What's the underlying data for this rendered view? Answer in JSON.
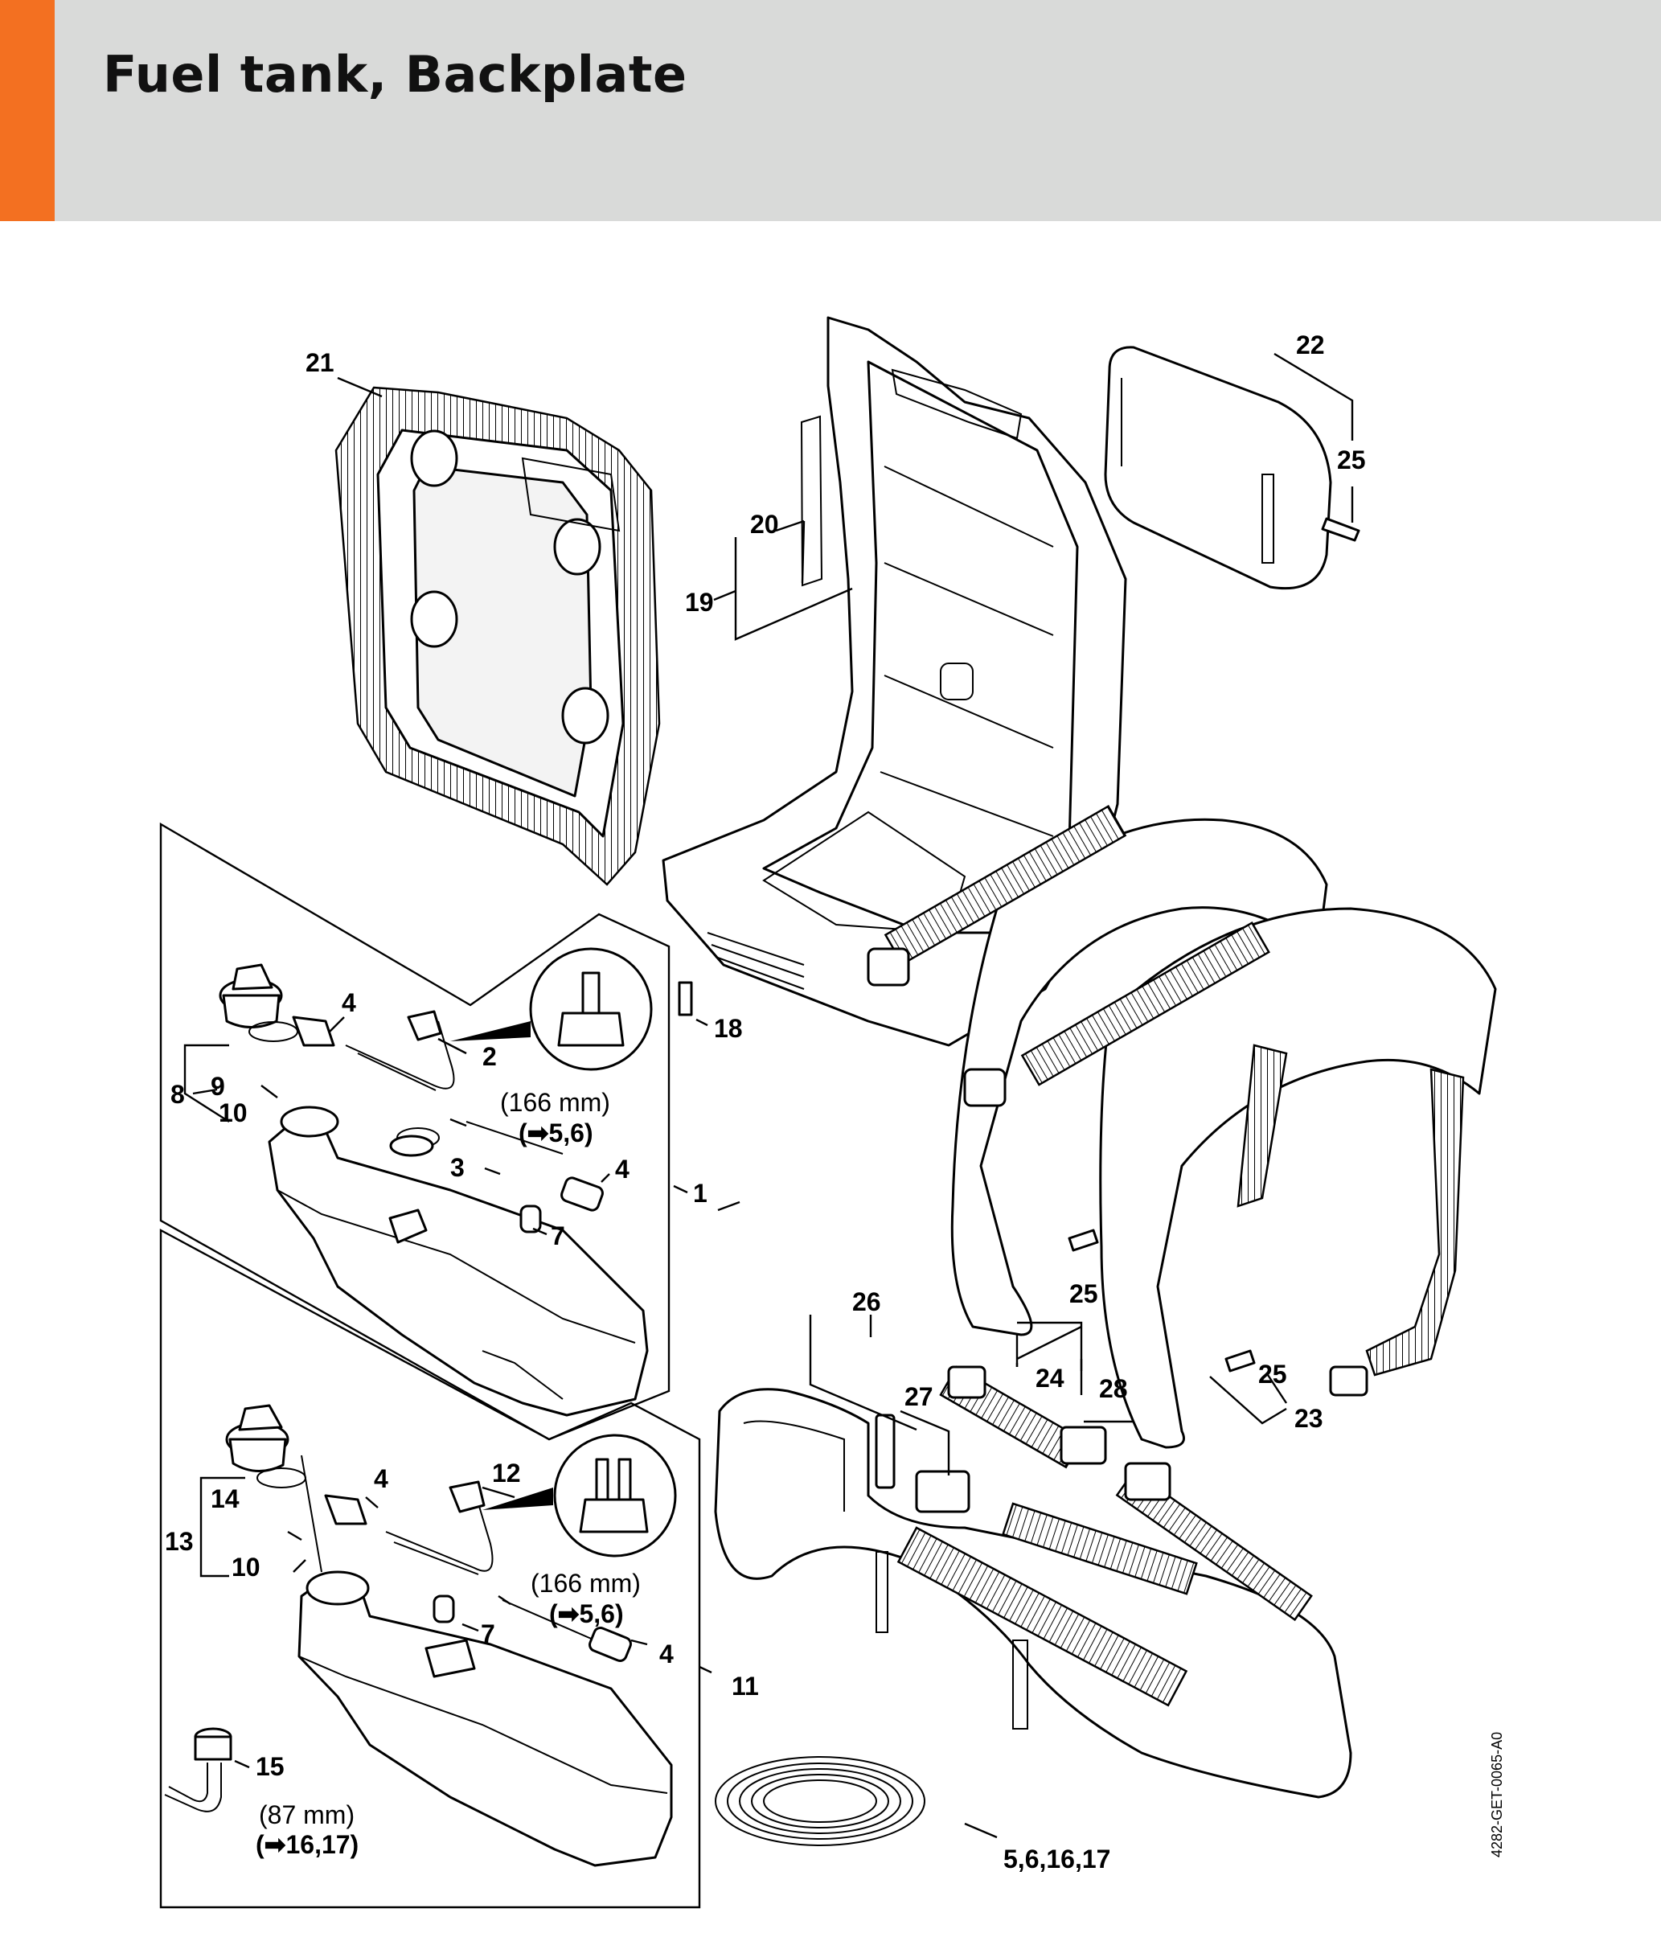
{
  "header": {
    "title": "Fuel tank, Backplate",
    "accent_color": "#f37021",
    "band_color": "#d9dad9"
  },
  "labels": {
    "l1": "1",
    "l2": "2",
    "l3": "3",
    "l4a": "4",
    "l4b": "4",
    "l4c": "4",
    "l4d": "4",
    "l5_6_16_17": "5,6,16,17",
    "l7a": "7",
    "l7b": "7",
    "l8": "8",
    "l9": "9",
    "l10a": "10",
    "l10b": "10",
    "l11": "11",
    "l12": "12",
    "l13": "13",
    "l14": "14",
    "l15": "15",
    "l18": "18",
    "l19": "19",
    "l20": "20",
    "l21": "21",
    "l22": "22",
    "l23": "23",
    "l24": "24",
    "l25a": "25",
    "l25b": "25",
    "l25c": "25",
    "l26": "26",
    "l27": "27",
    "l28": "28"
  },
  "annotations": {
    "hose_top_len": "(166 mm)",
    "hose_top_ref": "(➡5,6)",
    "hose_mid_len": "(166 mm)",
    "hose_mid_ref": "(➡5,6)",
    "hose_low_len": "(87 mm)",
    "hose_low_ref": "(➡16,17)"
  },
  "drawing_ref": "4282-GET-0065-A0"
}
